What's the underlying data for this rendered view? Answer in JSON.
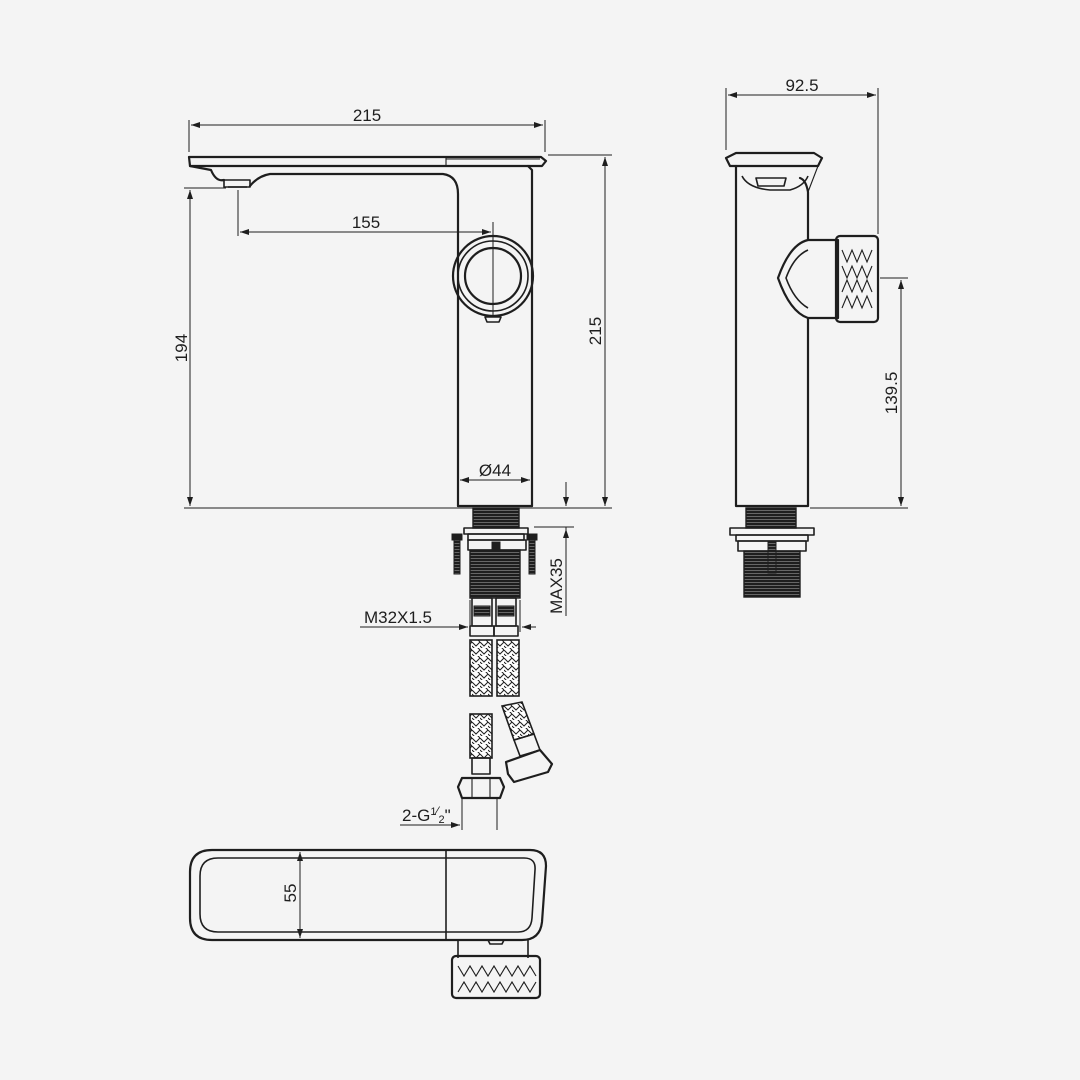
{
  "dimensions": {
    "spout_length": "215",
    "spout_reach": "155",
    "spout_height": "194",
    "total_height": "215",
    "body_diameter": "Ø44",
    "depth": "92.5",
    "handle_height": "139.5",
    "deck_max": "MAX35",
    "thread": "M32X1.5",
    "connection_prefix": "2-G",
    "connection_fraction_top": "1",
    "connection_fraction_bottom": "2",
    "connection_suffix": "\"",
    "spout_width": "55"
  },
  "colors": {
    "line": "#1e1e1e",
    "background": "#f4f4f4"
  }
}
